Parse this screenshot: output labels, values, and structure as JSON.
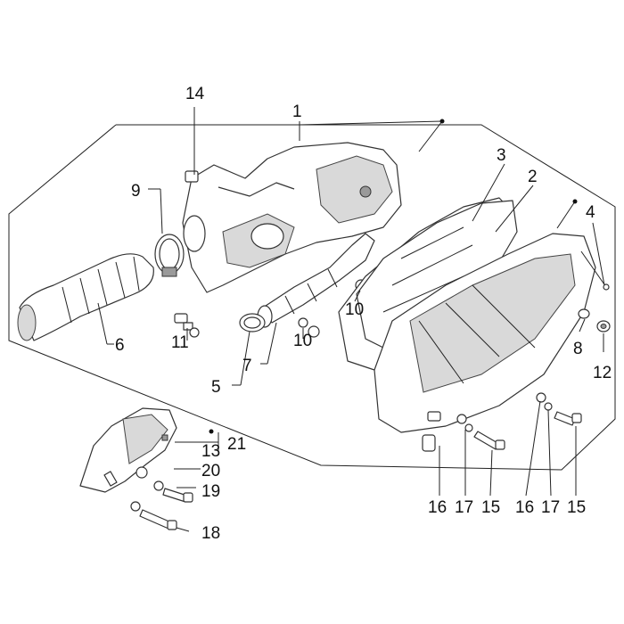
{
  "diagram": {
    "callouts": [
      {
        "key": "c1",
        "text": "1"
      },
      {
        "key": "c2",
        "text": "2"
      },
      {
        "key": "c3",
        "text": "3"
      },
      {
        "key": "c4",
        "text": "4"
      },
      {
        "key": "c5",
        "text": "5"
      },
      {
        "key": "c6",
        "text": "6"
      },
      {
        "key": "c7",
        "text": "7"
      },
      {
        "key": "c8",
        "text": "8"
      },
      {
        "key": "c9",
        "text": "9"
      },
      {
        "key": "c10a",
        "text": "10"
      },
      {
        "key": "c10b",
        "text": "10"
      },
      {
        "key": "c11",
        "text": "11"
      },
      {
        "key": "c12",
        "text": "12"
      },
      {
        "key": "c13",
        "text": "13"
      },
      {
        "key": "c14",
        "text": "14"
      },
      {
        "key": "c15a",
        "text": "15"
      },
      {
        "key": "c15b",
        "text": "15"
      },
      {
        "key": "c16a",
        "text": "16"
      },
      {
        "key": "c16b",
        "text": "16"
      },
      {
        "key": "c17a",
        "text": "17"
      },
      {
        "key": "c17b",
        "text": "17"
      },
      {
        "key": "c18",
        "text": "18"
      },
      {
        "key": "c19",
        "text": "19"
      },
      {
        "key": "c20",
        "text": "20"
      },
      {
        "key": "c21",
        "text": "21"
      }
    ]
  }
}
